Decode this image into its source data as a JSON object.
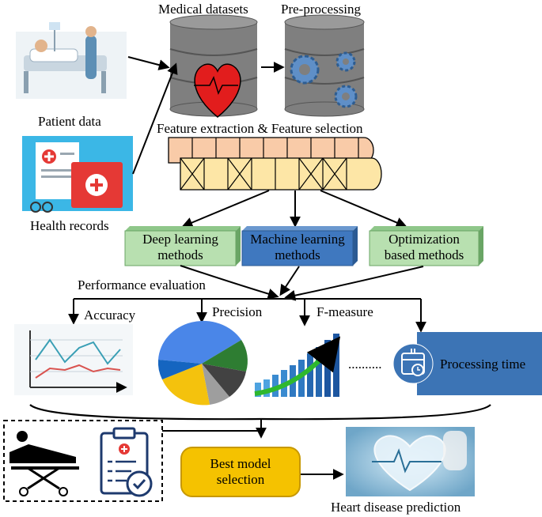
{
  "inputs": {
    "patient_data": "Patient data",
    "health_records": "Health records"
  },
  "stages": {
    "medical_datasets": "Medical datasets",
    "preprocessing": "Pre-processing",
    "feature_extraction": "Feature extraction & Feature selection",
    "performance_evaluation": "Performance evaluation"
  },
  "methods": [
    {
      "line1": "Deep learning",
      "line2": "methods",
      "color": "#b8e0b0"
    },
    {
      "line1": "Machine learning",
      "line2": "methods",
      "color": "#3f78bf"
    },
    {
      "line1": "Optimization",
      "line2": "based methods",
      "color": "#b8e0b0"
    }
  ],
  "metrics": {
    "accuracy": "Accuracy",
    "precision": "Precision",
    "f_measure": "F-measure",
    "ellipsis": "..........",
    "processing_time": "Processing time"
  },
  "output": {
    "best_model_line1": "Best model",
    "best_model_line2": "selection",
    "heart_disease_prediction": "Heart disease prediction"
  },
  "colors": {
    "feature_top_row": "#f9cba8",
    "feature_bottom_row": "#fde6a6",
    "best_model": "#f5c200",
    "processing_time_box": "#3c74b5"
  }
}
